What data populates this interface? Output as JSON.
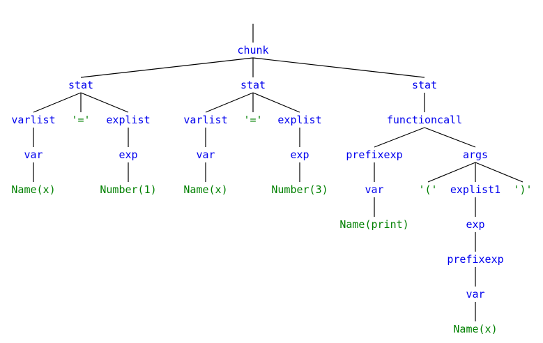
{
  "colors": {
    "nonterminal": "#0000ee",
    "terminal": "#008000",
    "edge": "#000000"
  },
  "tree": {
    "nodes": [
      {
        "id": "root-stub",
        "label": "",
        "kind": "stub"
      },
      {
        "id": "chunk",
        "label": "chunk",
        "kind": "nonterminal"
      },
      {
        "id": "stat1",
        "label": "stat",
        "kind": "nonterminal"
      },
      {
        "id": "stat2",
        "label": "stat",
        "kind": "nonterminal"
      },
      {
        "id": "stat3",
        "label": "stat",
        "kind": "nonterminal"
      },
      {
        "id": "varlist1",
        "label": "varlist",
        "kind": "nonterminal"
      },
      {
        "id": "eq1",
        "label": "'='",
        "kind": "terminal"
      },
      {
        "id": "explist1",
        "label": "explist",
        "kind": "nonterminal"
      },
      {
        "id": "var1",
        "label": "var",
        "kind": "nonterminal"
      },
      {
        "id": "exp1",
        "label": "exp",
        "kind": "nonterminal"
      },
      {
        "id": "namex1",
        "label": "Name(x)",
        "kind": "terminal"
      },
      {
        "id": "num1",
        "label": "Number(1)",
        "kind": "terminal"
      },
      {
        "id": "varlist2",
        "label": "varlist",
        "kind": "nonterminal"
      },
      {
        "id": "eq2",
        "label": "'='",
        "kind": "terminal"
      },
      {
        "id": "explist2",
        "label": "explist",
        "kind": "nonterminal"
      },
      {
        "id": "var2",
        "label": "var",
        "kind": "nonterminal"
      },
      {
        "id": "exp2",
        "label": "exp",
        "kind": "nonterminal"
      },
      {
        "id": "namex2",
        "label": "Name(x)",
        "kind": "terminal"
      },
      {
        "id": "num3",
        "label": "Number(3)",
        "kind": "terminal"
      },
      {
        "id": "functioncall",
        "label": "functioncall",
        "kind": "nonterminal"
      },
      {
        "id": "prefixexp1",
        "label": "prefixexp",
        "kind": "nonterminal"
      },
      {
        "id": "args",
        "label": "args",
        "kind": "nonterminal"
      },
      {
        "id": "var3",
        "label": "var",
        "kind": "nonterminal"
      },
      {
        "id": "nameprint",
        "label": "Name(print)",
        "kind": "terminal"
      },
      {
        "id": "lparen",
        "label": "'('",
        "kind": "terminal"
      },
      {
        "id": "explist1b",
        "label": "explist1",
        "kind": "nonterminal"
      },
      {
        "id": "rparen",
        "label": "')'",
        "kind": "terminal"
      },
      {
        "id": "exp3",
        "label": "exp",
        "kind": "nonterminal"
      },
      {
        "id": "prefixexp2",
        "label": "prefixexp",
        "kind": "nonterminal"
      },
      {
        "id": "var4",
        "label": "var",
        "kind": "nonterminal"
      },
      {
        "id": "namex3",
        "label": "Name(x)",
        "kind": "terminal"
      }
    ],
    "edges": [
      [
        "root-stub",
        "chunk"
      ],
      [
        "chunk",
        "stat1"
      ],
      [
        "chunk",
        "stat2"
      ],
      [
        "chunk",
        "stat3"
      ],
      [
        "stat1",
        "varlist1"
      ],
      [
        "stat1",
        "eq1"
      ],
      [
        "stat1",
        "explist1"
      ],
      [
        "varlist1",
        "var1"
      ],
      [
        "var1",
        "namex1"
      ],
      [
        "explist1",
        "exp1"
      ],
      [
        "exp1",
        "num1"
      ],
      [
        "stat2",
        "varlist2"
      ],
      [
        "stat2",
        "eq2"
      ],
      [
        "stat2",
        "explist2"
      ],
      [
        "varlist2",
        "var2"
      ],
      [
        "var2",
        "namex2"
      ],
      [
        "explist2",
        "exp2"
      ],
      [
        "exp2",
        "num3"
      ],
      [
        "stat3",
        "functioncall"
      ],
      [
        "functioncall",
        "prefixexp1"
      ],
      [
        "functioncall",
        "args"
      ],
      [
        "prefixexp1",
        "var3"
      ],
      [
        "var3",
        "nameprint"
      ],
      [
        "args",
        "lparen"
      ],
      [
        "args",
        "explist1b"
      ],
      [
        "args",
        "rparen"
      ],
      [
        "explist1b",
        "exp3"
      ],
      [
        "exp3",
        "prefixexp2"
      ],
      [
        "prefixexp2",
        "var4"
      ],
      [
        "var4",
        "namex3"
      ]
    ]
  }
}
